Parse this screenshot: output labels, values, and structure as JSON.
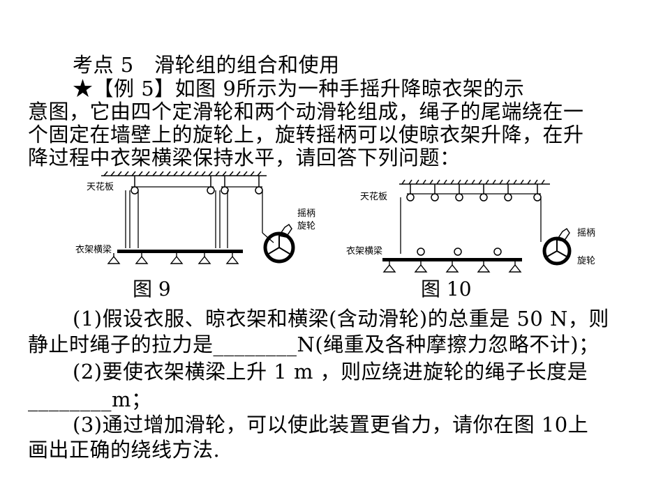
{
  "heading": "考点 5　滑轮组的组合和使用",
  "example": {
    "line1": "★【例 5】如图 9所示为一种手摇升降晾衣架的示",
    "line2": "意图，它由四个定滑轮和两个动滑轮组成，绳子的尾端绕在一",
    "line3": "个固定在墙壁上的旋轮上，旋转摇柄可以使晾衣架升降，在升",
    "line4": "降过程中衣架横梁保持水平，请回答下列问题："
  },
  "figure9": {
    "caption": "图  9",
    "ceiling_label": "天花板",
    "beam_label": "衣架横梁",
    "handle_label": "摇柄",
    "wheel_label": "旋轮"
  },
  "figure10": {
    "caption": "图  10",
    "ceiling_label": "天花板",
    "beam_label": "衣架横梁",
    "handle_label": "摇柄",
    "wheel_label": "旋轮"
  },
  "questions": {
    "q1_line1": "(1)假设衣服、晾衣架和横梁(含动滑轮)的总重是 50 N，则",
    "q1_line2": "静止时绳子的拉力是________N(绳重及各种摩擦力忽略不计)；",
    "q2_line1": "(2)要使衣架横梁上升 1 m ，则应绕进旋轮的绳子长度是",
    "q2_line2": "________m；",
    "q3_line1": "(3)通过增加滑轮，可以使此装置更省力，请你在图 10上",
    "q3_line2": "画出正确的绕线方法."
  }
}
